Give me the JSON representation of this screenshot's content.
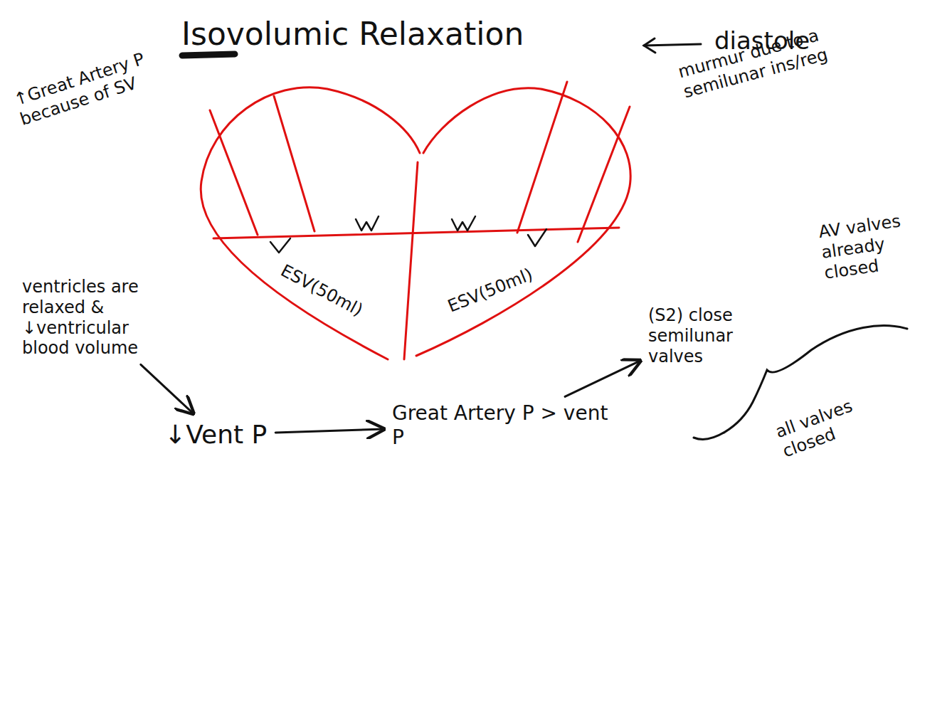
{
  "diagram": {
    "title": "Isovolumic Relaxation",
    "nodes": [
      {
        "text": [
          "ventricles are relaxed & ↓ventricular blood volume"
        ]
      },
      {
        "text": [
          "↓Vent P"
        ]
      },
      {
        "text": [
          "Great Artery P > vent P"
        ]
      },
      {
        "text": [
          "(S2) close semilunar valves"
        ]
      }
    ],
    "edges": [
      {
        "from": 0,
        "to": 1,
        "arrow": "to"
      },
      {
        "from": 1,
        "to": 2,
        "arrow": "to"
      },
      {
        "from": 2,
        "to": 3,
        "arrow": "to"
      }
    ],
    "labels": [
      "diastole",
      "↑Great Artery P because of SV",
      "murmur due to a semilunar ins/reg",
      "ESV(50ml)",
      "ESV(50ml)",
      "AV valves already closed",
      "all valves closed"
    ]
  }
}
